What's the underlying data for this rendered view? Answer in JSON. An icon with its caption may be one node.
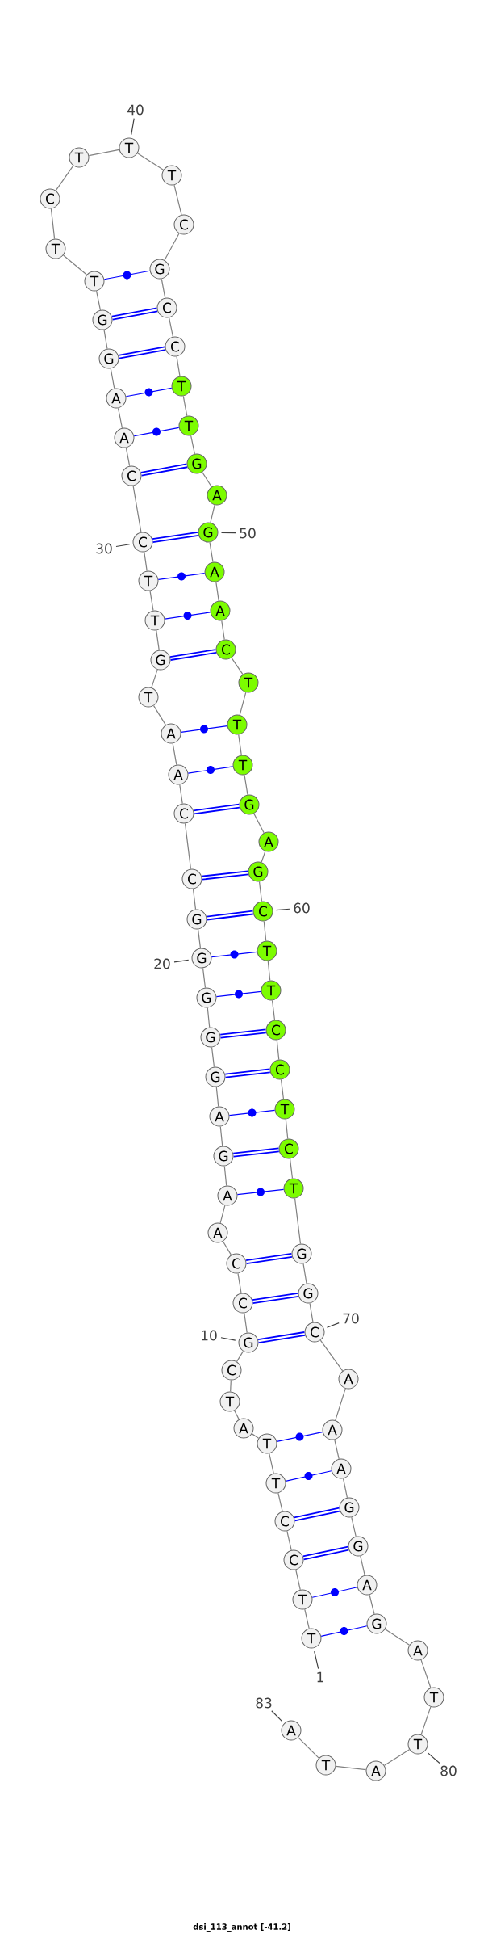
{
  "diagram": {
    "caption": "dsi_113_annot [-41.2]",
    "nodes": [
      {
        "text": [
          "T"
        ]
      },
      {
        "text": [
          "T"
        ]
      },
      {
        "text": [
          "C"
        ]
      },
      {
        "text": [
          "C"
        ]
      },
      {
        "text": [
          "T"
        ]
      },
      {
        "text": [
          "T"
        ]
      },
      {
        "text": [
          "A"
        ]
      },
      {
        "text": [
          "T"
        ]
      },
      {
        "text": [
          "C"
        ]
      },
      {
        "text": [
          "G"
        ]
      },
      {
        "text": [
          "C"
        ]
      },
      {
        "text": [
          "C"
        ]
      },
      {
        "text": [
          "A"
        ]
      },
      {
        "text": [
          "A"
        ]
      },
      {
        "text": [
          "G"
        ]
      },
      {
        "text": [
          "A"
        ]
      },
      {
        "text": [
          "G"
        ]
      },
      {
        "text": [
          "G"
        ]
      },
      {
        "text": [
          "G"
        ]
      },
      {
        "text": [
          "G"
        ]
      },
      {
        "text": [
          "G"
        ]
      },
      {
        "text": [
          "C"
        ]
      },
      {
        "text": [
          "C"
        ]
      },
      {
        "text": [
          "A"
        ]
      },
      {
        "text": [
          "A"
        ]
      },
      {
        "text": [
          "T"
        ]
      },
      {
        "text": [
          "G"
        ]
      },
      {
        "text": [
          "T"
        ]
      },
      {
        "text": [
          "T"
        ]
      },
      {
        "text": [
          "C"
        ]
      },
      {
        "text": [
          "C"
        ]
      },
      {
        "text": [
          "A"
        ]
      },
      {
        "text": [
          "A"
        ]
      },
      {
        "text": [
          "G"
        ]
      },
      {
        "text": [
          "G"
        ]
      },
      {
        "text": [
          "T"
        ]
      },
      {
        "text": [
          "T"
        ]
      },
      {
        "text": [
          "C"
        ]
      },
      {
        "text": [
          "T"
        ]
      },
      {
        "text": [
          "T"
        ]
      },
      {
        "text": [
          "T"
        ]
      },
      {
        "text": [
          "C"
        ]
      },
      {
        "text": [
          "G"
        ]
      },
      {
        "text": [
          "C"
        ]
      },
      {
        "text": [
          "C"
        ]
      },
      {
        "text": [
          "T"
        ]
      },
      {
        "text": [
          "T"
        ]
      },
      {
        "text": [
          "G"
        ]
      },
      {
        "text": [
          "A"
        ]
      },
      {
        "text": [
          "G"
        ]
      },
      {
        "text": [
          "A"
        ]
      },
      {
        "text": [
          "A"
        ]
      },
      {
        "text": [
          "C"
        ]
      },
      {
        "text": [
          "T"
        ]
      },
      {
        "text": [
          "T"
        ]
      },
      {
        "text": [
          "T"
        ]
      },
      {
        "text": [
          "G"
        ]
      },
      {
        "text": [
          "A"
        ]
      },
      {
        "text": [
          "G"
        ]
      },
      {
        "text": [
          "C"
        ]
      },
      {
        "text": [
          "T"
        ]
      },
      {
        "text": [
          "T"
        ]
      },
      {
        "text": [
          "C"
        ]
      },
      {
        "text": [
          "C"
        ]
      },
      {
        "text": [
          "T"
        ]
      },
      {
        "text": [
          "C"
        ]
      },
      {
        "text": [
          "T"
        ]
      },
      {
        "text": [
          "G"
        ]
      },
      {
        "text": [
          "G"
        ]
      },
      {
        "text": [
          "C"
        ]
      },
      {
        "text": [
          "A"
        ]
      },
      {
        "text": [
          "A"
        ]
      },
      {
        "text": [
          "A"
        ]
      },
      {
        "text": [
          "G"
        ]
      },
      {
        "text": [
          "G"
        ]
      },
      {
        "text": [
          "A"
        ]
      },
      {
        "text": [
          "G"
        ]
      },
      {
        "text": [
          "A"
        ]
      },
      {
        "text": [
          "T"
        ]
      },
      {
        "text": [
          "T"
        ]
      },
      {
        "text": [
          "A"
        ]
      },
      {
        "text": [
          "T"
        ]
      },
      {
        "text": [
          "A"
        ]
      },
      {
        "text": [
          "40"
        ]
      },
      {
        "text": [
          "30"
        ]
      },
      {
        "text": [
          "50"
        ]
      },
      {
        "text": [
          "60"
        ]
      },
      {
        "text": [
          "20"
        ]
      },
      {
        "text": [
          "10"
        ]
      },
      {
        "text": [
          "70"
        ]
      },
      {
        "text": [
          "1"
        ]
      },
      {
        "text": [
          "83"
        ]
      },
      {
        "text": [
          "80"
        ]
      }
    ],
    "edges": [
      {
        "from": 0,
        "to": 1,
        "arrow": "none"
      },
      {
        "from": 1,
        "to": 2,
        "arrow": "none"
      },
      {
        "from": 2,
        "to": 3,
        "arrow": "none"
      },
      {
        "from": 3,
        "to": 4,
        "arrow": "none"
      },
      {
        "from": 4,
        "to": 5,
        "arrow": "none"
      },
      {
        "from": 5,
        "to": 6,
        "arrow": "none"
      },
      {
        "from": 6,
        "to": 7,
        "arrow": "none"
      },
      {
        "from": 7,
        "to": 8,
        "arrow": "none"
      },
      {
        "from": 8,
        "to": 9,
        "arrow": "none"
      },
      {
        "from": 9,
        "to": 10,
        "arrow": "none"
      },
      {
        "from": 10,
        "to": 11,
        "arrow": "none"
      },
      {
        "from": 11,
        "to": 12,
        "arrow": "none"
      },
      {
        "from": 12,
        "to": 13,
        "arrow": "none"
      },
      {
        "from": 13,
        "to": 14,
        "arrow": "none"
      },
      {
        "from": 14,
        "to": 15,
        "arrow": "none"
      },
      {
        "from": 15,
        "to": 16,
        "arrow": "none"
      },
      {
        "from": 16,
        "to": 17,
        "arrow": "none"
      },
      {
        "from": 17,
        "to": 18,
        "arrow": "none"
      },
      {
        "from": 18,
        "to": 19,
        "arrow": "none"
      },
      {
        "from": 19,
        "to": 20,
        "arrow": "none"
      },
      {
        "from": 20,
        "to": 21,
        "arrow": "none"
      },
      {
        "from": 21,
        "to": 22,
        "arrow": "none"
      },
      {
        "from": 22,
        "to": 23,
        "arrow": "none"
      },
      {
        "from": 23,
        "to": 24,
        "arrow": "none"
      },
      {
        "from": 24,
        "to": 25,
        "arrow": "none"
      },
      {
        "from": 25,
        "to": 26,
        "arrow": "none"
      },
      {
        "from": 26,
        "to": 27,
        "arrow": "none"
      },
      {
        "from": 27,
        "to": 28,
        "arrow": "none"
      },
      {
        "from": 28,
        "to": 29,
        "arrow": "none"
      },
      {
        "from": 29,
        "to": 30,
        "arrow": "none"
      },
      {
        "from": 30,
        "to": 31,
        "arrow": "none"
      },
      {
        "from": 31,
        "to": 32,
        "arrow": "none"
      },
      {
        "from": 32,
        "to": 33,
        "arrow": "none"
      },
      {
        "from": 33,
        "to": 34,
        "arrow": "none"
      },
      {
        "from": 34,
        "to": 35,
        "arrow": "none"
      },
      {
        "from": 35,
        "to": 36,
        "arrow": "none"
      },
      {
        "from": 36,
        "to": 37,
        "arrow": "none"
      },
      {
        "from": 37,
        "to": 38,
        "arrow": "none"
      },
      {
        "from": 38,
        "to": 39,
        "arrow": "none"
      },
      {
        "from": 39,
        "to": 40,
        "arrow": "none"
      },
      {
        "from": 40,
        "to": 41,
        "arrow": "none"
      },
      {
        "from": 41,
        "to": 42,
        "arrow": "none"
      },
      {
        "from": 42,
        "to": 43,
        "arrow": "none"
      },
      {
        "from": 43,
        "to": 44,
        "arrow": "none"
      },
      {
        "from": 44,
        "to": 45,
        "arrow": "none"
      },
      {
        "from": 45,
        "to": 46,
        "arrow": "none"
      },
      {
        "from": 46,
        "to": 47,
        "arrow": "none"
      },
      {
        "from": 47,
        "to": 48,
        "arrow": "none"
      },
      {
        "from": 48,
        "to": 49,
        "arrow": "none"
      },
      {
        "from": 49,
        "to": 50,
        "arrow": "none"
      },
      {
        "from": 50,
        "to": 51,
        "arrow": "none"
      },
      {
        "from": 51,
        "to": 52,
        "arrow": "none"
      },
      {
        "from": 52,
        "to": 53,
        "arrow": "none"
      },
      {
        "from": 53,
        "to": 54,
        "arrow": "none"
      },
      {
        "from": 54,
        "to": 55,
        "arrow": "none"
      },
      {
        "from": 55,
        "to": 56,
        "arrow": "none"
      },
      {
        "from": 56,
        "to": 57,
        "arrow": "none"
      },
      {
        "from": 57,
        "to": 58,
        "arrow": "none"
      },
      {
        "from": 58,
        "to": 59,
        "arrow": "none"
      },
      {
        "from": 59,
        "to": 60,
        "arrow": "none"
      },
      {
        "from": 60,
        "to": 61,
        "arrow": "none"
      },
      {
        "from": 61,
        "to": 62,
        "arrow": "none"
      },
      {
        "from": 62,
        "to": 63,
        "arrow": "none"
      },
      {
        "from": 63,
        "to": 64,
        "arrow": "none"
      },
      {
        "from": 64,
        "to": 65,
        "arrow": "none"
      },
      {
        "from": 65,
        "to": 66,
        "arrow": "none"
      },
      {
        "from": 66,
        "to": 67,
        "arrow": "none"
      },
      {
        "from": 67,
        "to": 68,
        "arrow": "none"
      },
      {
        "from": 68,
        "to": 69,
        "arrow": "none"
      },
      {
        "from": 69,
        "to": 70,
        "arrow": "none"
      },
      {
        "from": 70,
        "to": 71,
        "arrow": "none"
      },
      {
        "from": 71,
        "to": 72,
        "arrow": "none"
      },
      {
        "from": 72,
        "to": 73,
        "arrow": "none"
      },
      {
        "from": 73,
        "to": 74,
        "arrow": "none"
      },
      {
        "from": 74,
        "to": 75,
        "arrow": "none"
      },
      {
        "from": 75,
        "to": 76,
        "arrow": "none"
      },
      {
        "from": 76,
        "to": 77,
        "arrow": "none"
      },
      {
        "from": 77,
        "to": 78,
        "arrow": "none"
      },
      {
        "from": 78,
        "to": 79,
        "arrow": "none"
      },
      {
        "from": 79,
        "to": 80,
        "arrow": "none"
      },
      {
        "from": 80,
        "to": 81,
        "arrow": "none"
      },
      {
        "from": 81,
        "to": 82,
        "arrow": "none"
      },
      {
        "from": 0,
        "to": 76,
        "arrow": "none",
        "color": "#0000ff"
      },
      {
        "from": 1,
        "to": 75,
        "arrow": "none",
        "color": "#0000ff"
      },
      {
        "from": 2,
        "to": 74,
        "arrow": "none",
        "color": "#0000ff",
        "style": "thick"
      },
      {
        "from": 3,
        "to": 73,
        "arrow": "none",
        "color": "#0000ff",
        "style": "thick"
      },
      {
        "from": 4,
        "to": 72,
        "arrow": "none",
        "color": "#0000ff"
      },
      {
        "from": 5,
        "to": 71,
        "arrow": "none",
        "color": "#0000ff"
      },
      {
        "from": 9,
        "to": 69,
        "arrow": "none",
        "color": "#0000ff",
        "style": "thick"
      },
      {
        "from": 10,
        "to": 68,
        "arrow": "none",
        "color": "#0000ff",
        "style": "thick"
      },
      {
        "from": 11,
        "to": 67,
        "arrow": "none",
        "color": "#0000ff",
        "style": "thick"
      },
      {
        "from": 13,
        "to": 66,
        "arrow": "none",
        "color": "#0000ff"
      },
      {
        "from": 14,
        "to": 65,
        "arrow": "none",
        "color": "#0000ff",
        "style": "thick"
      },
      {
        "from": 15,
        "to": 64,
        "arrow": "none",
        "color": "#0000ff"
      },
      {
        "from": 16,
        "to": 63,
        "arrow": "none",
        "color": "#0000ff",
        "style": "thick"
      },
      {
        "from": 17,
        "to": 62,
        "arrow": "none",
        "color": "#0000ff",
        "style": "thick"
      },
      {
        "from": 18,
        "to": 61,
        "arrow": "none",
        "color": "#0000ff"
      },
      {
        "from": 19,
        "to": 60,
        "arrow": "none",
        "color": "#0000ff"
      },
      {
        "from": 20,
        "to": 59,
        "arrow": "none",
        "color": "#0000ff",
        "style": "thick"
      },
      {
        "from": 21,
        "to": 58,
        "arrow": "none",
        "color": "#0000ff",
        "style": "thick"
      },
      {
        "from": 22,
        "to": 56,
        "arrow": "none",
        "color": "#0000ff",
        "style": "thick"
      },
      {
        "from": 23,
        "to": 55,
        "arrow": "none",
        "color": "#0000ff"
      },
      {
        "from": 24,
        "to": 54,
        "arrow": "none",
        "color": "#0000ff"
      },
      {
        "from": 26,
        "to": 52,
        "arrow": "none",
        "color": "#0000ff",
        "style": "thick"
      },
      {
        "from": 27,
        "to": 51,
        "arrow": "none",
        "color": "#0000ff"
      },
      {
        "from": 28,
        "to": 50,
        "arrow": "none",
        "color": "#0000ff"
      },
      {
        "from": 29,
        "to": 49,
        "arrow": "none",
        "color": "#0000ff",
        "style": "thick"
      },
      {
        "from": 30,
        "to": 47,
        "arrow": "none",
        "color": "#0000ff",
        "style": "thick"
      },
      {
        "from": 31,
        "to": 46,
        "arrow": "none",
        "color": "#0000ff"
      },
      {
        "from": 32,
        "to": 45,
        "arrow": "none",
        "color": "#0000ff"
      },
      {
        "from": 33,
        "to": 44,
        "arrow": "none",
        "color": "#0000ff",
        "style": "thick"
      },
      {
        "from": 34,
        "to": 43,
        "arrow": "none",
        "color": "#0000ff",
        "style": "thick"
      },
      {
        "from": 35,
        "to": 42,
        "arrow": "none",
        "color": "#0000ff"
      },
      {
        "from": 83,
        "to": 39,
        "arrow": "none",
        "color": "#404040"
      },
      {
        "from": 84,
        "to": 29,
        "arrow": "none",
        "color": "#404040"
      },
      {
        "from": 85,
        "to": 49,
        "arrow": "none",
        "color": "#404040"
      },
      {
        "from": 86,
        "to": 59,
        "arrow": "none",
        "color": "#404040"
      },
      {
        "from": 87,
        "to": 19,
        "arrow": "none",
        "color": "#404040"
      },
      {
        "from": 88,
        "to": 9,
        "arrow": "none",
        "color": "#404040"
      },
      {
        "from": 89,
        "to": 69,
        "arrow": "none",
        "color": "#404040"
      },
      {
        "from": 90,
        "to": 0,
        "arrow": "none",
        "color": "#404040"
      },
      {
        "from": 91,
        "to": 82,
        "arrow": "none",
        "color": "#404040"
      },
      {
        "from": 92,
        "to": 79,
        "arrow": "none",
        "color": "#404040"
      }
    ]
  }
}
